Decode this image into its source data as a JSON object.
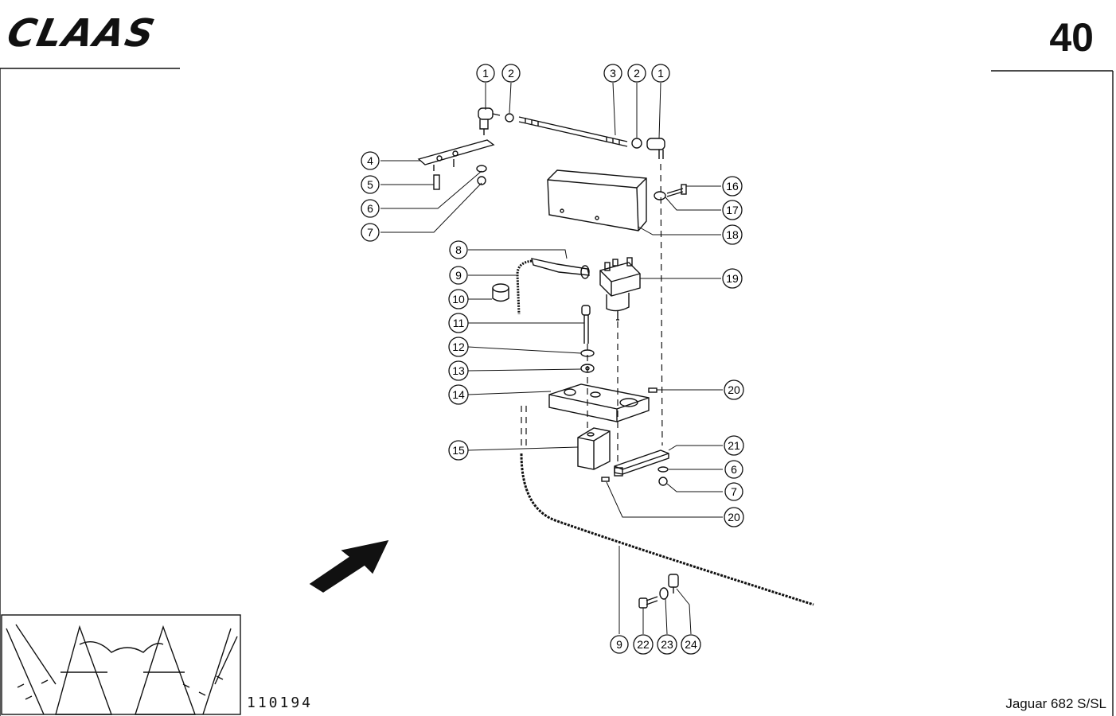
{
  "header": {
    "brand": "CLAAS",
    "page_number": "40"
  },
  "footer": {
    "drawing_number": "110194",
    "model": "Jaguar 682 S/SL"
  },
  "callouts": {
    "c1a": "1",
    "c2a": "2",
    "c3": "3",
    "c2b": "2",
    "c1b": "1",
    "c4": "4",
    "c5": "5",
    "c6a": "6",
    "c7a": "7",
    "c16": "16",
    "c17": "17",
    "c18": "18",
    "c8": "8",
    "c9a": "9",
    "c10": "10",
    "c19": "19",
    "c11": "11",
    "c12": "12",
    "c13": "13",
    "c14": "14",
    "c20a": "20",
    "c15": "15",
    "c21": "21",
    "c6b": "6",
    "c7b": "7",
    "c20b": "20",
    "c9b": "9",
    "c22": "22",
    "c23": "23",
    "c24": "24"
  }
}
